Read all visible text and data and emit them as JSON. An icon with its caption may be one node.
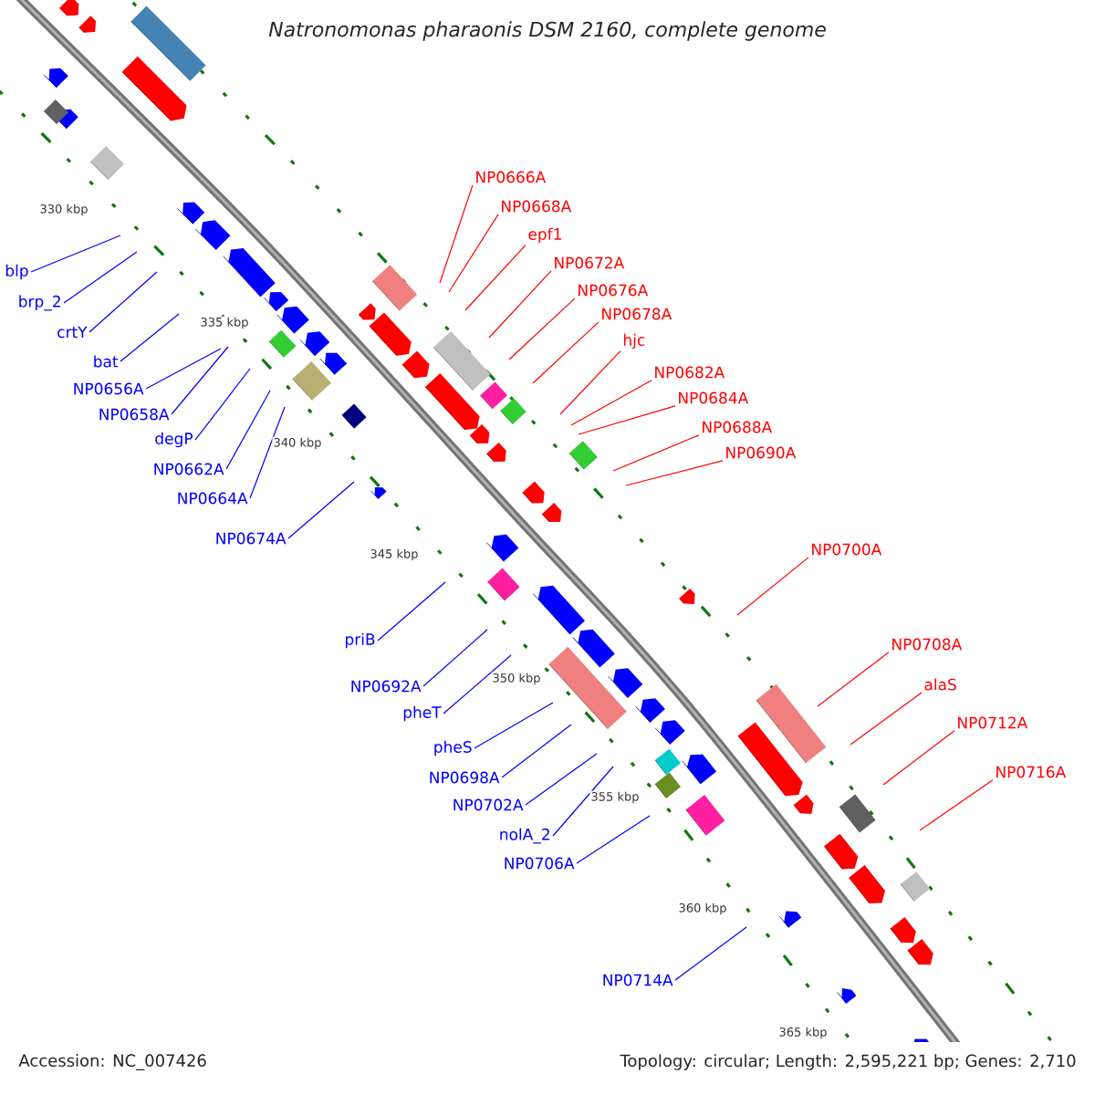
{
  "diagram": {
    "title": "Natronomonas pharaonis DSM 2160, complete genome",
    "nodes": [
      {
        "text": [
          "blp"
        ]
      },
      {
        "text": [
          "brp_2"
        ]
      },
      {
        "text": [
          "crtY"
        ]
      },
      {
        "text": [
          "bat"
        ]
      },
      {
        "text": [
          "NP0656A"
        ]
      },
      {
        "text": [
          "NP0658A"
        ]
      },
      {
        "text": [
          "degP"
        ]
      },
      {
        "text": [
          "NP0662A"
        ]
      },
      {
        "text": [
          "NP0664A"
        ]
      },
      {
        "text": [
          "NP0674A"
        ]
      },
      {
        "text": [
          "priB"
        ]
      },
      {
        "text": [
          "NP0692A"
        ]
      },
      {
        "text": [
          "pheT"
        ]
      },
      {
        "text": [
          "pheS"
        ]
      },
      {
        "text": [
          "NP0698A"
        ]
      },
      {
        "text": [
          "NP0702A"
        ]
      },
      {
        "text": [
          "nolA_2"
        ]
      },
      {
        "text": [
          "NP0706A"
        ]
      },
      {
        "text": [
          "NP0714A"
        ]
      },
      {
        "text": [
          "NP0666A"
        ]
      },
      {
        "text": [
          "NP0668A"
        ]
      },
      {
        "text": [
          "epf1"
        ]
      },
      {
        "text": [
          "NP0672A"
        ]
      },
      {
        "text": [
          "NP0676A"
        ]
      },
      {
        "text": [
          "NP0678A"
        ]
      },
      {
        "text": [
          "hjc"
        ]
      },
      {
        "text": [
          "NP0682A"
        ]
      },
      {
        "text": [
          "NP0684A"
        ]
      },
      {
        "text": [
          "NP0688A"
        ]
      },
      {
        "text": [
          "NP0690A"
        ]
      },
      {
        "text": [
          "NP0700A"
        ]
      },
      {
        "text": [
          "NP0708A"
        ]
      },
      {
        "text": [
          "alaS"
        ]
      },
      {
        "text": [
          "NP0712A"
        ]
      },
      {
        "text": [
          "NP0716A"
        ]
      }
    ],
    "edges": [
      {
        "from": 0,
        "to": null,
        "arrow": "none"
      },
      {
        "from": 1,
        "to": null,
        "arrow": "none"
      },
      {
        "from": 2,
        "to": null,
        "arrow": "none"
      },
      {
        "from": 3,
        "to": null,
        "arrow": "none"
      },
      {
        "from": 4,
        "to": null,
        "arrow": "none"
      },
      {
        "from": 5,
        "to": null,
        "arrow": "none"
      },
      {
        "from": 6,
        "to": null,
        "arrow": "none"
      },
      {
        "from": 7,
        "to": null,
        "arrow": "none"
      },
      {
        "from": 8,
        "to": null,
        "arrow": "none"
      },
      {
        "from": 9,
        "to": null,
        "arrow": "none"
      },
      {
        "from": 10,
        "to": null,
        "arrow": "none"
      },
      {
        "from": 11,
        "to": null,
        "arrow": "none"
      },
      {
        "from": 12,
        "to": null,
        "arrow": "none"
      },
      {
        "from": 13,
        "to": null,
        "arrow": "none"
      },
      {
        "from": 14,
        "to": null,
        "arrow": "none"
      },
      {
        "from": 15,
        "to": null,
        "arrow": "none"
      },
      {
        "from": 16,
        "to": null,
        "arrow": "none"
      },
      {
        "from": 17,
        "to": null,
        "arrow": "none"
      },
      {
        "from": 18,
        "to": null,
        "arrow": "none"
      },
      {
        "from": 19,
        "to": null,
        "arrow": "none",
        "color": "#ff0000"
      },
      {
        "from": 20,
        "to": null,
        "arrow": "none",
        "color": "#ff0000"
      },
      {
        "from": 21,
        "to": null,
        "arrow": "none",
        "color": "#ff0000"
      },
      {
        "from": 22,
        "to": null,
        "arrow": "none",
        "color": "#ff0000"
      },
      {
        "from": 23,
        "to": null,
        "arrow": "none",
        "color": "#ff0000"
      },
      {
        "from": 24,
        "to": null,
        "arrow": "none",
        "color": "#ff0000"
      },
      {
        "from": 25,
        "to": null,
        "arrow": "none",
        "color": "#ff0000"
      },
      {
        "from": 26,
        "to": null,
        "arrow": "none",
        "color": "#ff0000"
      },
      {
        "from": 27,
        "to": null,
        "arrow": "none",
        "color": "#ff0000"
      },
      {
        "from": 28,
        "to": null,
        "arrow": "none",
        "color": "#ff0000"
      },
      {
        "from": 29,
        "to": null,
        "arrow": "none",
        "color": "#ff0000"
      },
      {
        "from": 30,
        "to": null,
        "arrow": "none",
        "color": "#ff0000"
      },
      {
        "from": 31,
        "to": null,
        "arrow": "none",
        "color": "#ff0000"
      },
      {
        "from": 32,
        "to": null,
        "arrow": "none",
        "color": "#ff0000"
      },
      {
        "from": 33,
        "to": null,
        "arrow": "none",
        "color": "#ff0000"
      },
      {
        "from": 34,
        "to": null,
        "arrow": "none",
        "color": "#ff0000"
      }
    ],
    "labels": [
      "330 kbp",
      "335 kbp",
      "340 kbp",
      "345 kbp",
      "350 kbp",
      "355 kbp",
      "360 kbp",
      "365 kbp",
      "Accession: NC_007426",
      "Topology: circular; Length: 2,595,221 bp; Genes: 2,710"
    ]
  }
}
